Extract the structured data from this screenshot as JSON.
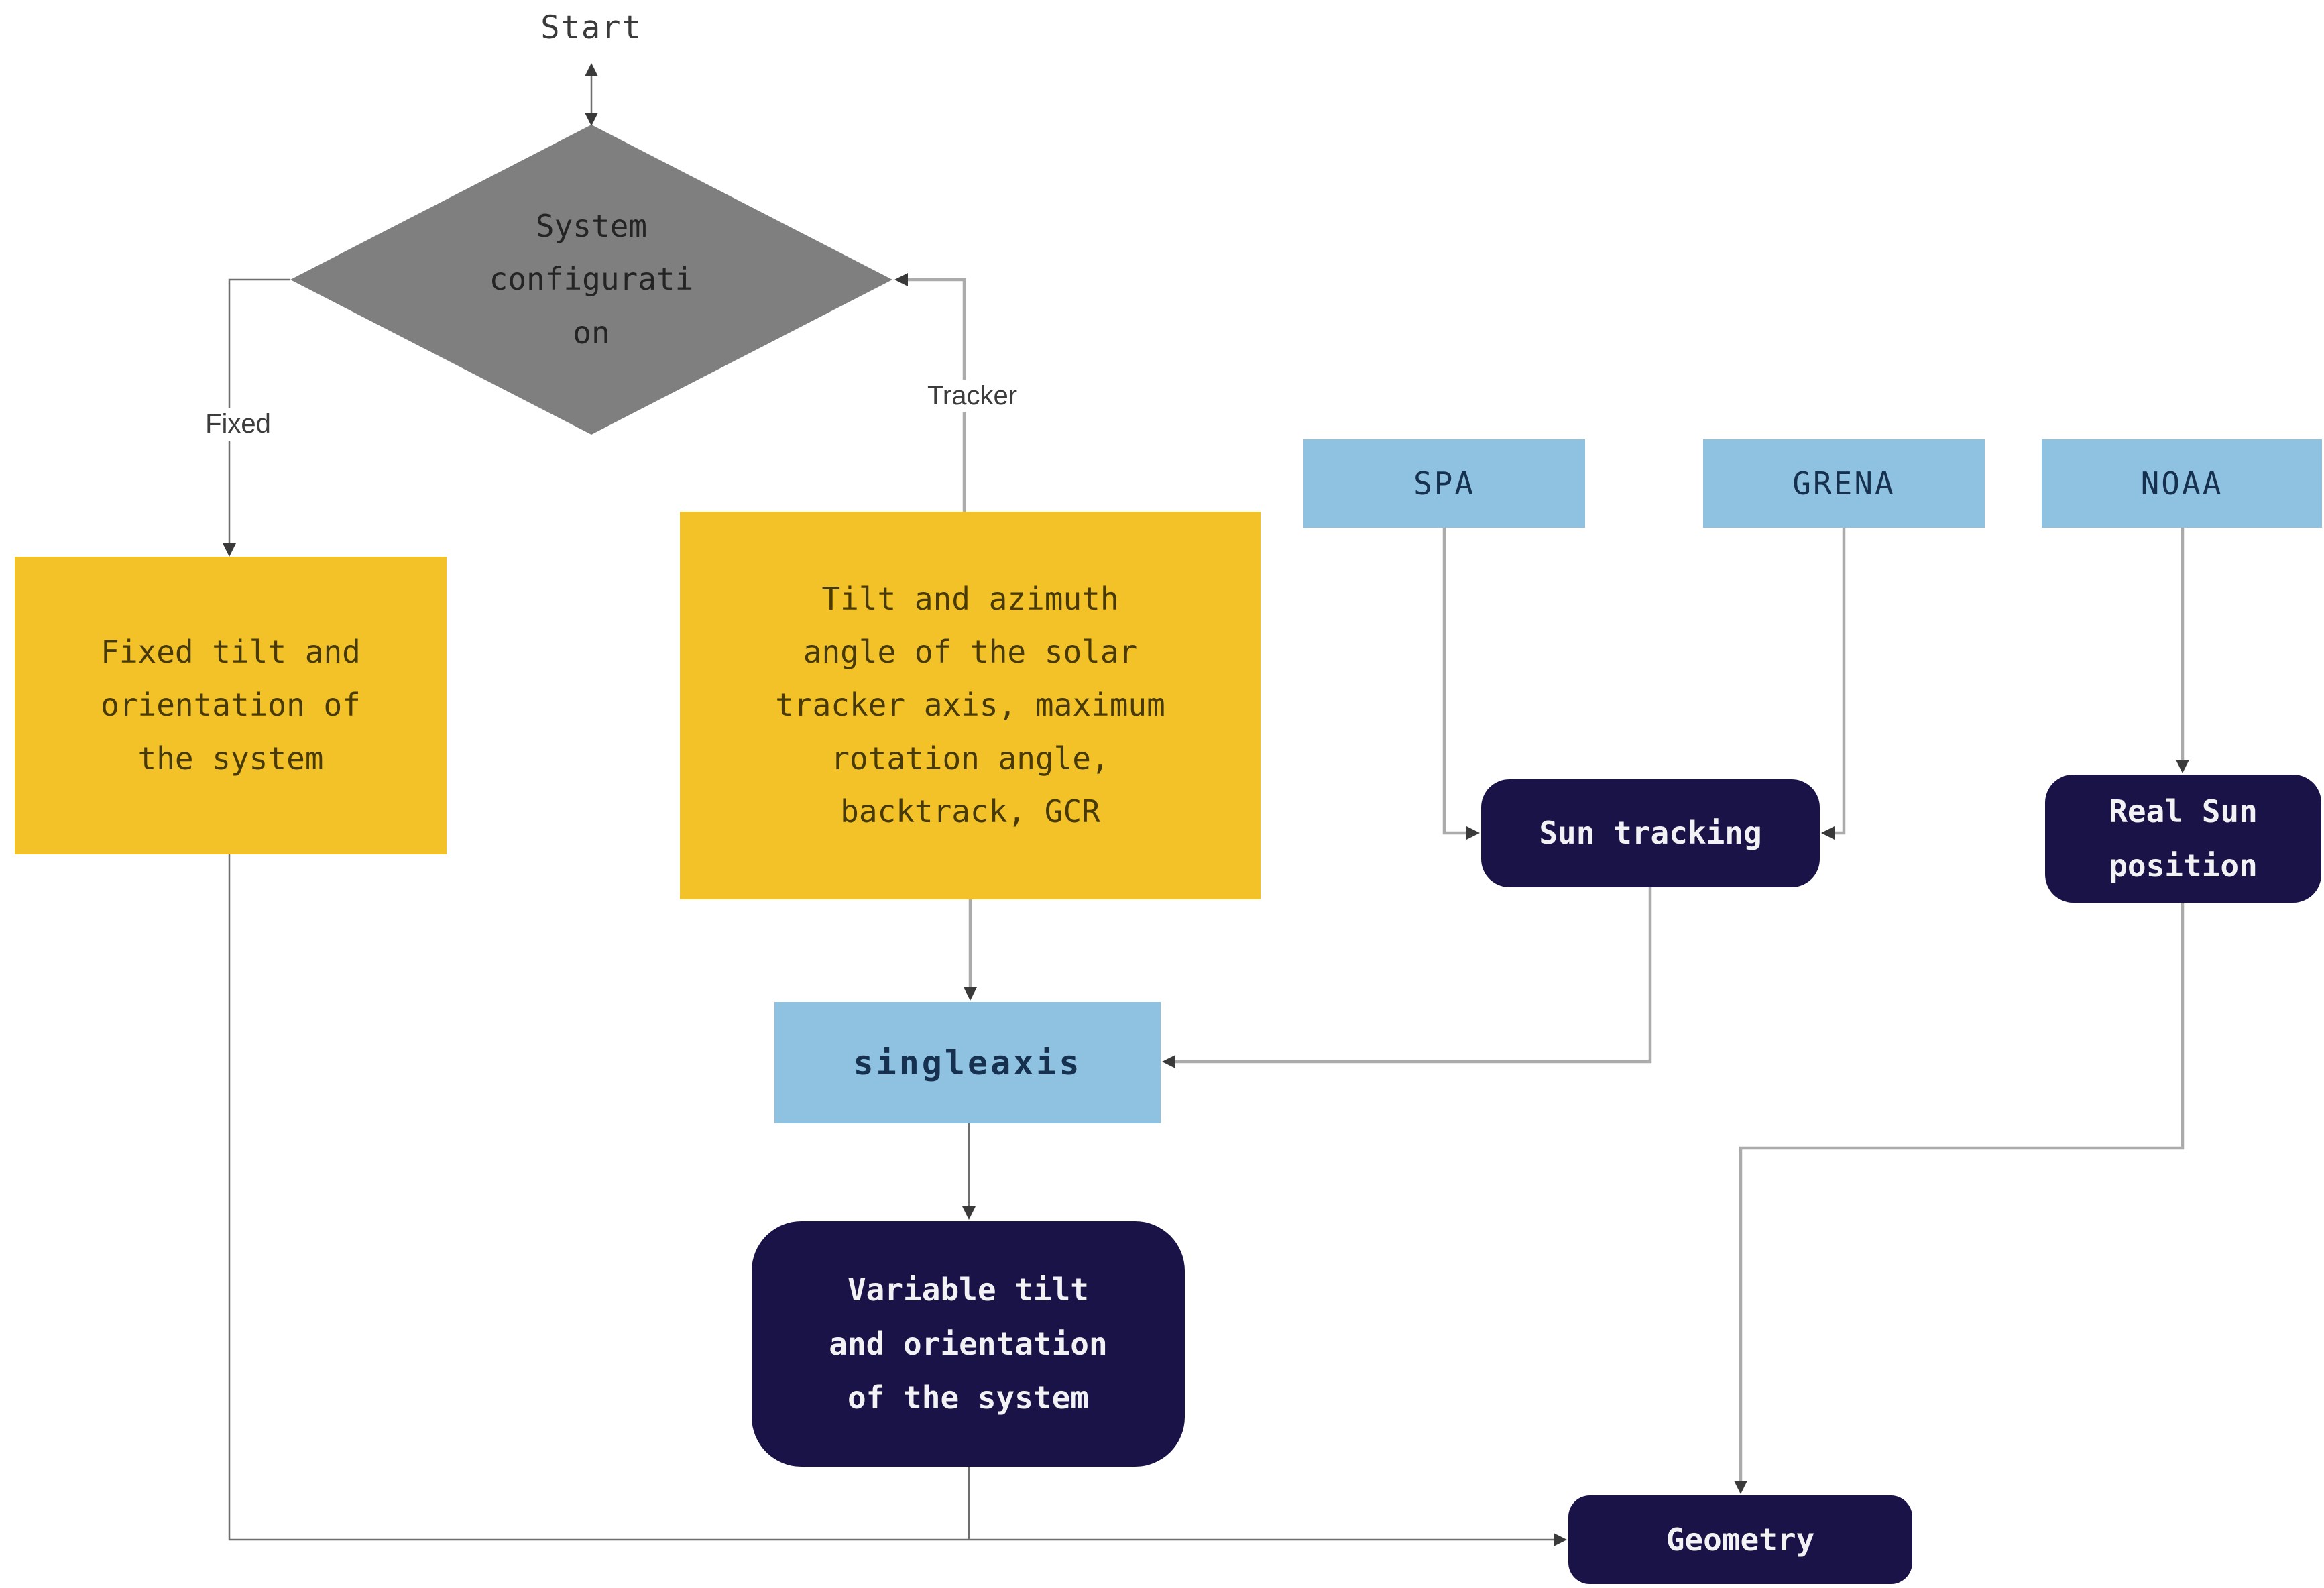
{
  "diagram": {
    "start_label": "Start",
    "decision": {
      "lines": [
        "System",
        "configurati",
        "on"
      ]
    },
    "branches": {
      "fixed": "Fixed",
      "tracker": "Tracker"
    },
    "fixed_box": {
      "lines": [
        "Fixed tilt and",
        "orientation of",
        "the system"
      ]
    },
    "tracker_box": {
      "lines": [
        "Tilt and azimuth",
        "angle of the solar",
        "tracker axis, maximum",
        "rotation angle,",
        "backtrack, GCR"
      ]
    },
    "spa_label": "SPA",
    "grena_label": "GRENA",
    "noaa_label": "NOAA",
    "sun_tracking_label": "Sun tracking",
    "real_sun_box": {
      "lines": [
        "Real Sun",
        "position"
      ]
    },
    "singleaxis_label": "singleaxis",
    "variable_box": {
      "lines": [
        "Variable tilt",
        "and orientation",
        "of the system"
      ]
    },
    "geometry_label": "Geometry",
    "colors": {
      "decision_fill": "#7f7f7f",
      "input_fill": "#f2c228",
      "function_fill": "#8fc2e0",
      "result_fill": "#1a1348",
      "edge_light": "#ababab",
      "edge_dark": "#6e6e6e",
      "arrowhead": "#3a3a3a"
    }
  }
}
